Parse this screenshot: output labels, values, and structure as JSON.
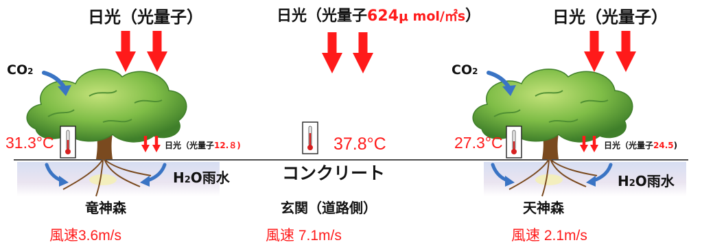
{
  "colors": {
    "text": "#111111",
    "red": "#ff1a1a",
    "co2_arrow": "#3a74c4",
    "ground_line": "#111111",
    "canopy_light": "#8cc84b",
    "canopy_dark": "#3f7f2a",
    "trunk": "#7a4a1f",
    "soil": "#d8d3e8"
  },
  "sunlight": {
    "left": "日光（光量子）",
    "center_prefix": "日光（光量子",
    "center_value": "624",
    "center_unit": "μ mol/㎡s",
    "center_close": "）",
    "right": "日光（光量子）"
  },
  "co2": {
    "left": "CO",
    "left_sub": "2",
    "right": "CO",
    "right_sub": "2"
  },
  "left_site": {
    "temperature": "31.3°C",
    "under_canopy_prefix": "日光（光量子",
    "under_canopy_value": "12.８)",
    "water": "H",
    "water_sub": "2",
    "water_rest": "O雨水",
    "name": "竜神森",
    "wind": "風速3.6m/s"
  },
  "center_site": {
    "temperature": "37.8°C",
    "surface": "コンクリート",
    "name": "玄関（道路側）",
    "wind": "風速 7.1m/s"
  },
  "right_site": {
    "temperature": "27.3°C",
    "under_canopy_prefix": "日光（光量子",
    "under_canopy_value": "24.5",
    "water": "H",
    "water_sub": "2",
    "water_rest": "O雨水",
    "name": "天神森",
    "wind": "風速 2.1m/s"
  },
  "icons": [
    "down-arrow-icon",
    "co2-arrow-icon",
    "thermometer-icon",
    "water-arrow-icon",
    "tree-illustration"
  ]
}
